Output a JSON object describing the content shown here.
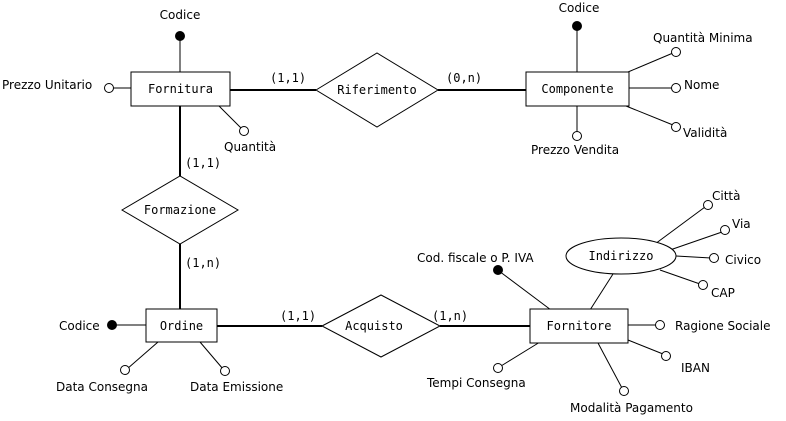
{
  "entities": {
    "fornitura": "Fornitura",
    "componente": "Componente",
    "ordine": "Ordine",
    "fornitore": "Fornitore"
  },
  "relationships": {
    "riferimento": "Riferimento",
    "formazione": "Formazione",
    "acquisto": "Acquisto"
  },
  "cardinalities": {
    "fornitura_riferimento": "(1,1)",
    "componente_riferimento": "(0,n)",
    "fornitura_formazione": "(1,1)",
    "ordine_formazione": "(1,n)",
    "ordine_acquisto": "(1,1)",
    "fornitore_acquisto": "(1,n)"
  },
  "attributes": {
    "fornitura_codice": "Codice",
    "fornitura_prezzo_unitario": "Prezzo Unitario",
    "fornitura_quantita": "Quantità",
    "componente_codice": "Codice",
    "componente_quantita_minima": "Quantità Minima",
    "componente_nome": "Nome",
    "componente_validita": "Validità",
    "componente_prezzo_vendita": "Prezzo Vendita",
    "ordine_codice": "Codice",
    "ordine_data_consegna": "Data Consegna",
    "ordine_data_emissione": "Data Emissione",
    "fornitore_cod_fiscale": "Cod. fiscale o P. IVA",
    "fornitore_ragione_sociale": "Ragione Sociale",
    "fornitore_iban": "IBAN",
    "fornitore_modalita_pagamento": "Modalità Pagamento",
    "fornitore_tempi_consegna": "Tempi Consegna"
  },
  "composite_attribute": {
    "name": "Indirizzo",
    "parts": {
      "citta": "Città",
      "via": "Via",
      "civico": "Civico",
      "cap": "CAP"
    }
  }
}
